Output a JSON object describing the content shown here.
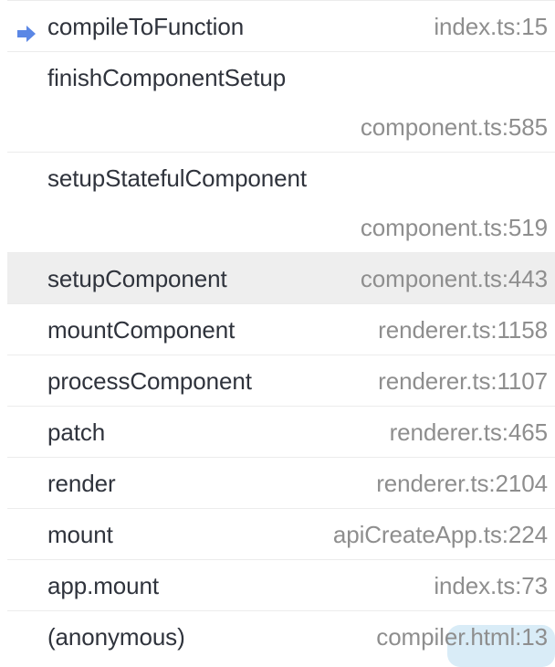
{
  "panel": {
    "name": "call-stack",
    "background_color": "#ffffff",
    "separator_color": "#ececec",
    "highlight_row_color": "#eeeeee",
    "link_highlight_color": "#d9ecf7",
    "function_text_color": "#2f333c",
    "location_text_color": "#8e8e8e",
    "marker_color": "#5b87e5"
  },
  "frames": [
    {
      "function": "compileToFunction",
      "location": "index.ts:15",
      "current": true,
      "highlighted": false,
      "wrapped": false,
      "link_highlight": false
    },
    {
      "function": "finishComponentSetup",
      "location": "component.ts:585",
      "current": false,
      "highlighted": false,
      "wrapped": true,
      "link_highlight": false
    },
    {
      "function": "setupStatefulComponent",
      "location": "component.ts:519",
      "current": false,
      "highlighted": false,
      "wrapped": true,
      "link_highlight": false
    },
    {
      "function": "setupComponent",
      "location": "component.ts:443",
      "current": false,
      "highlighted": true,
      "wrapped": false,
      "link_highlight": false
    },
    {
      "function": "mountComponent",
      "location": "renderer.ts:1158",
      "current": false,
      "highlighted": false,
      "wrapped": false,
      "link_highlight": false
    },
    {
      "function": "processComponent",
      "location": "renderer.ts:1107",
      "current": false,
      "highlighted": false,
      "wrapped": false,
      "link_highlight": false
    },
    {
      "function": "patch",
      "location": "renderer.ts:465",
      "current": false,
      "highlighted": false,
      "wrapped": false,
      "link_highlight": false
    },
    {
      "function": "render",
      "location": "renderer.ts:2104",
      "current": false,
      "highlighted": false,
      "wrapped": false,
      "link_highlight": false
    },
    {
      "function": "mount",
      "location": "apiCreateApp.ts:224",
      "current": false,
      "highlighted": false,
      "wrapped": false,
      "link_highlight": false
    },
    {
      "function": "app.mount",
      "location": "index.ts:73",
      "current": false,
      "highlighted": false,
      "wrapped": false,
      "link_highlight": false
    },
    {
      "function": "(anonymous)",
      "location": "compiler.html:13",
      "current": false,
      "highlighted": false,
      "wrapped": false,
      "link_highlight": true
    }
  ]
}
